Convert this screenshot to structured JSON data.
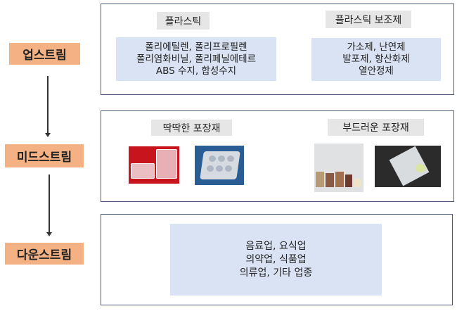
{
  "stages": [
    {
      "label": "업스트림"
    },
    {
      "label": "미드스트림"
    },
    {
      "label": "다운스트림"
    }
  ],
  "upstream": {
    "plastic": {
      "title": "플라스틱",
      "lines": [
        "폴리에틸렌, 폴리프로필렌",
        "폴리염화비닐, 폴리페닐에테르",
        "ABS 수지, 합성수지"
      ]
    },
    "additives": {
      "title": "플라스틱 보조제",
      "lines": [
        "가소제, 난연제",
        "발포제, 항산화제",
        "열안정제"
      ]
    }
  },
  "midstream": {
    "rigid": {
      "title": "딱딱한 포장재"
    },
    "flexible": {
      "title": "부드러운 포장재"
    }
  },
  "downstream": {
    "lines": [
      "음료업, 요식업",
      "의약업, 식품업",
      "의류업, 기타 업종"
    ]
  },
  "colors": {
    "stage": "#f4b183",
    "header": "#e7e6e6",
    "content": "#dae3f3",
    "border": "#4a5a78"
  }
}
